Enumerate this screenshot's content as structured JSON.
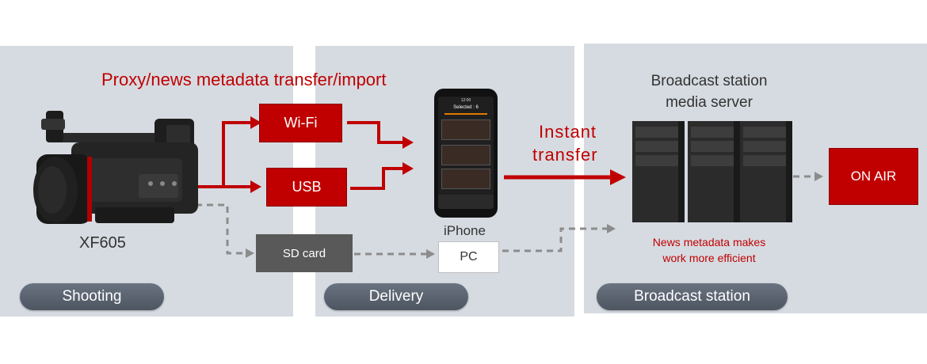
{
  "colors": {
    "panel": "#d6dbe1",
    "accent_red": "#c00000",
    "pill": "#5a6370",
    "arrow_gray": "#8c8c8c"
  },
  "sections": {
    "shooting": "Shooting",
    "delivery": "Delivery",
    "broadcast": "Broadcast station"
  },
  "title": "Proxy/news metadata transfer/import",
  "camera": {
    "label": "XF605",
    "icon": "video-camera-icon"
  },
  "wifi": "Wi-Fi",
  "usb": "USB",
  "sd_card": "SD card",
  "pc": "PC",
  "phone": {
    "label": "iPhone",
    "icon": "smartphone-icon",
    "screen": {
      "time": "12:00",
      "header": "Selected : 6"
    }
  },
  "instant_transfer": [
    "Instant",
    "transfer"
  ],
  "server": {
    "title": [
      "Broadcast station",
      "media server"
    ],
    "icon": "server-tower-icon"
  },
  "on_air": "ON AIR",
  "note": [
    "News metadata makes",
    "work more efficient"
  ]
}
